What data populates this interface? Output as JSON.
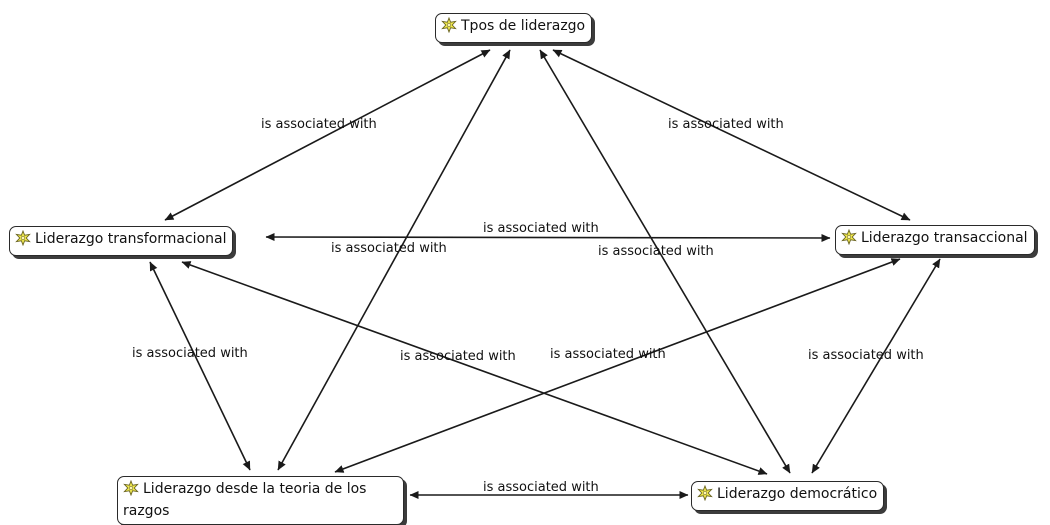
{
  "nodes": {
    "tipos": {
      "label": "Tpos de liderazgo"
    },
    "transformacional": {
      "label": "Liderazgo transformacional"
    },
    "transaccional": {
      "label": "Liderazgo transaccional"
    },
    "rasgos": {
      "label": "Liderazgo desde la teoria de los razgos"
    },
    "democratico": {
      "label": "Liderazgo democrático"
    }
  },
  "edge_label": "is associated with",
  "edges": [
    {
      "from": "tipos",
      "to": "transformacional",
      "label": "is associated with"
    },
    {
      "from": "tipos",
      "to": "transaccional",
      "label": "is associated with"
    },
    {
      "from": "transformacional",
      "to": "transaccional",
      "label": "is associated with"
    },
    {
      "from": "tipos",
      "to": "rasgos",
      "label": "is associated with"
    },
    {
      "from": "tipos",
      "to": "democratico",
      "label": "is associated with"
    },
    {
      "from": "transformacional",
      "to": "rasgos",
      "label": "is associated with"
    },
    {
      "from": "transformacional",
      "to": "democratico",
      "label": "is associated with"
    },
    {
      "from": "transaccional",
      "to": "rasgos",
      "label": "is associated with"
    },
    {
      "from": "transaccional",
      "to": "democratico",
      "label": "is associated with"
    },
    {
      "from": "rasgos",
      "to": "democratico",
      "label": "is associated with"
    }
  ],
  "colors": {
    "line": "#1a1a1a",
    "node_border": "#2a2a2a",
    "node_shadow": "#3c3c3c",
    "icon_fill": "#f3ec4e"
  },
  "icon_name": "concept-code-icon"
}
